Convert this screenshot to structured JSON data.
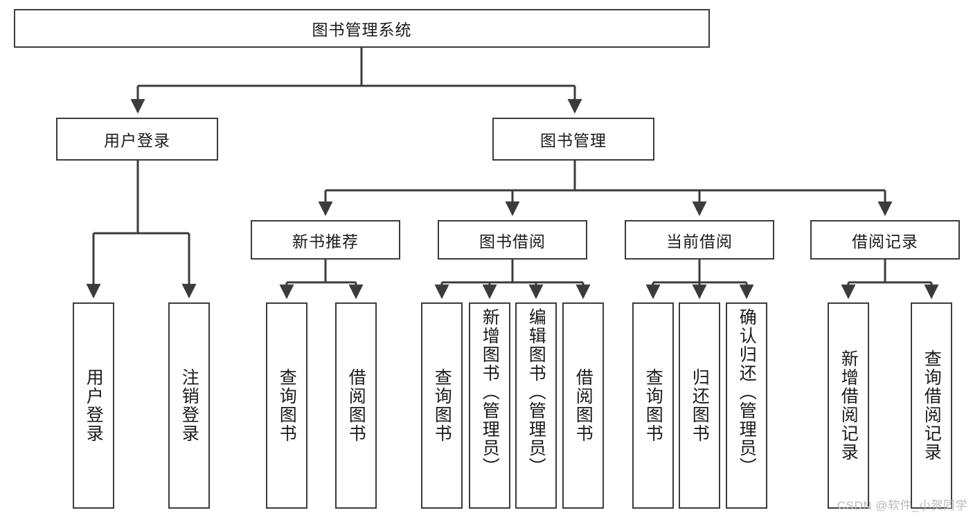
{
  "diagram": {
    "type": "tree-hierarchy-chart",
    "title_node": {
      "label": "图书管理系统"
    },
    "level2": [
      {
        "label": "用户登录"
      },
      {
        "label": "图书管理"
      }
    ],
    "level3": [
      {
        "label": "新书推荐"
      },
      {
        "label": "图书借阅"
      },
      {
        "label": "当前借阅"
      },
      {
        "label": "借阅记录"
      }
    ],
    "leaves": {
      "user_login": [
        {
          "label": "用户登录"
        },
        {
          "label": "注销登录"
        }
      ],
      "new_book_recommend": [
        {
          "label": "查询图书"
        },
        {
          "label": "借阅图书"
        }
      ],
      "book_borrow": [
        {
          "label": "查询图书"
        },
        {
          "label": "新增图书（管理员）"
        },
        {
          "label": "编辑图书（管理员）"
        },
        {
          "label": "借阅图书"
        }
      ],
      "current_borrow": [
        {
          "label": "查询图书"
        },
        {
          "label": "归还图书"
        },
        {
          "label": "确认归还（管理员）"
        }
      ],
      "borrow_records": [
        {
          "label": "新增借阅记录"
        },
        {
          "label": "查询借阅记录"
        }
      ]
    },
    "watermark": "CSDN @软件_小贺同学",
    "colors": {
      "stroke": "#3b3b3b",
      "background": "#ffffff",
      "text": "#1a1a1a",
      "watermark": "#b9b9b9"
    }
  }
}
